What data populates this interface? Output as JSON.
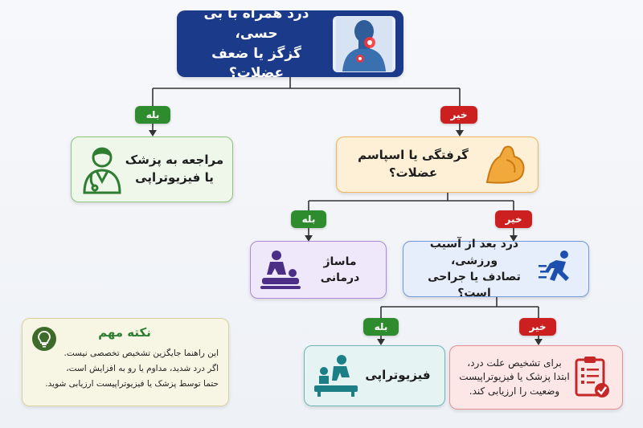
{
  "root": {
    "line1": "درد همراه با بی حسی،",
    "line2": "گزگز یا ضعف عضلات؟"
  },
  "yes1": "بله",
  "no1": "خیر",
  "doctor": {
    "line1": "مراجعه به پزشک",
    "line2": "یا فیزیوتراپی"
  },
  "cramp": {
    "text": "گرفتگی یا اسپاسم عضلات؟"
  },
  "yes2": "بله",
  "no2": "خیر",
  "massage": {
    "text": "ماساژ درمانی"
  },
  "injury": {
    "line1": "درد بعد از آسیب ورزشی،",
    "line2": "تصادف یا جراحی است؟"
  },
  "yes3": "بله",
  "no3": "خیر",
  "physio": {
    "text": "فیزیوتراپی"
  },
  "diagnose": {
    "line1": "برای تشخیص علت درد،",
    "line2": "ابتدا پزشک یا فیزیوتراپیست",
    "line3": "وضعیت را ارزیابی کند."
  },
  "note": {
    "title": "نکته مهم",
    "line1": "این راهنما جایگزین تشخیص تخصصی نیست.",
    "line2": "اگر درد شدید، مداوم یا رو به افزایش است،",
    "line3": "حتما توسط پزشک یا فیزیوتراپیست ارزیابی شوید."
  },
  "icons": [
    "neck-pain-icon",
    "doctor-icon",
    "flexed-arm-icon",
    "massage-icon",
    "running-icon",
    "physiotherapy-icon",
    "clipboard-check-icon",
    "lightbulb-icon"
  ],
  "colors": {
    "root": "#1b3a8a",
    "green": "#2e8b2e",
    "red": "#cc2020",
    "orange": "#f2a93b",
    "purple": "#8a63c7",
    "blue": "#3a6fd1",
    "teal": "#1c7f86"
  }
}
